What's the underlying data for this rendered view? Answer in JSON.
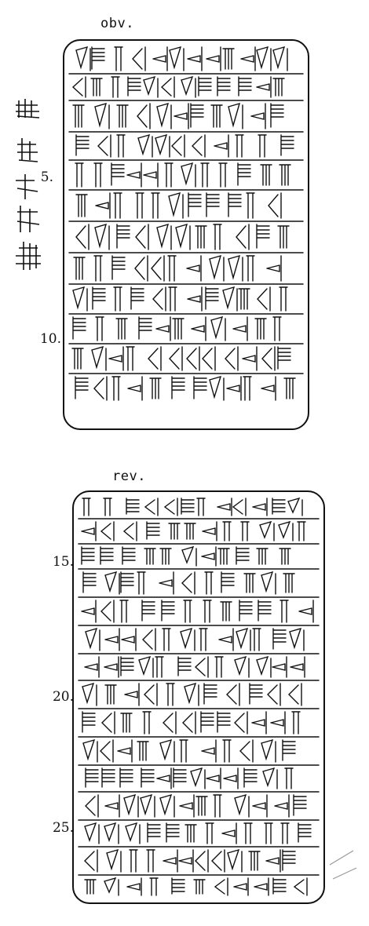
{
  "obverse": {
    "label": "obv.",
    "line_numbers": [
      "5.",
      "10."
    ]
  },
  "reverse": {
    "label": "rev.",
    "line_numbers": [
      "15.",
      "20.",
      "25."
    ]
  }
}
